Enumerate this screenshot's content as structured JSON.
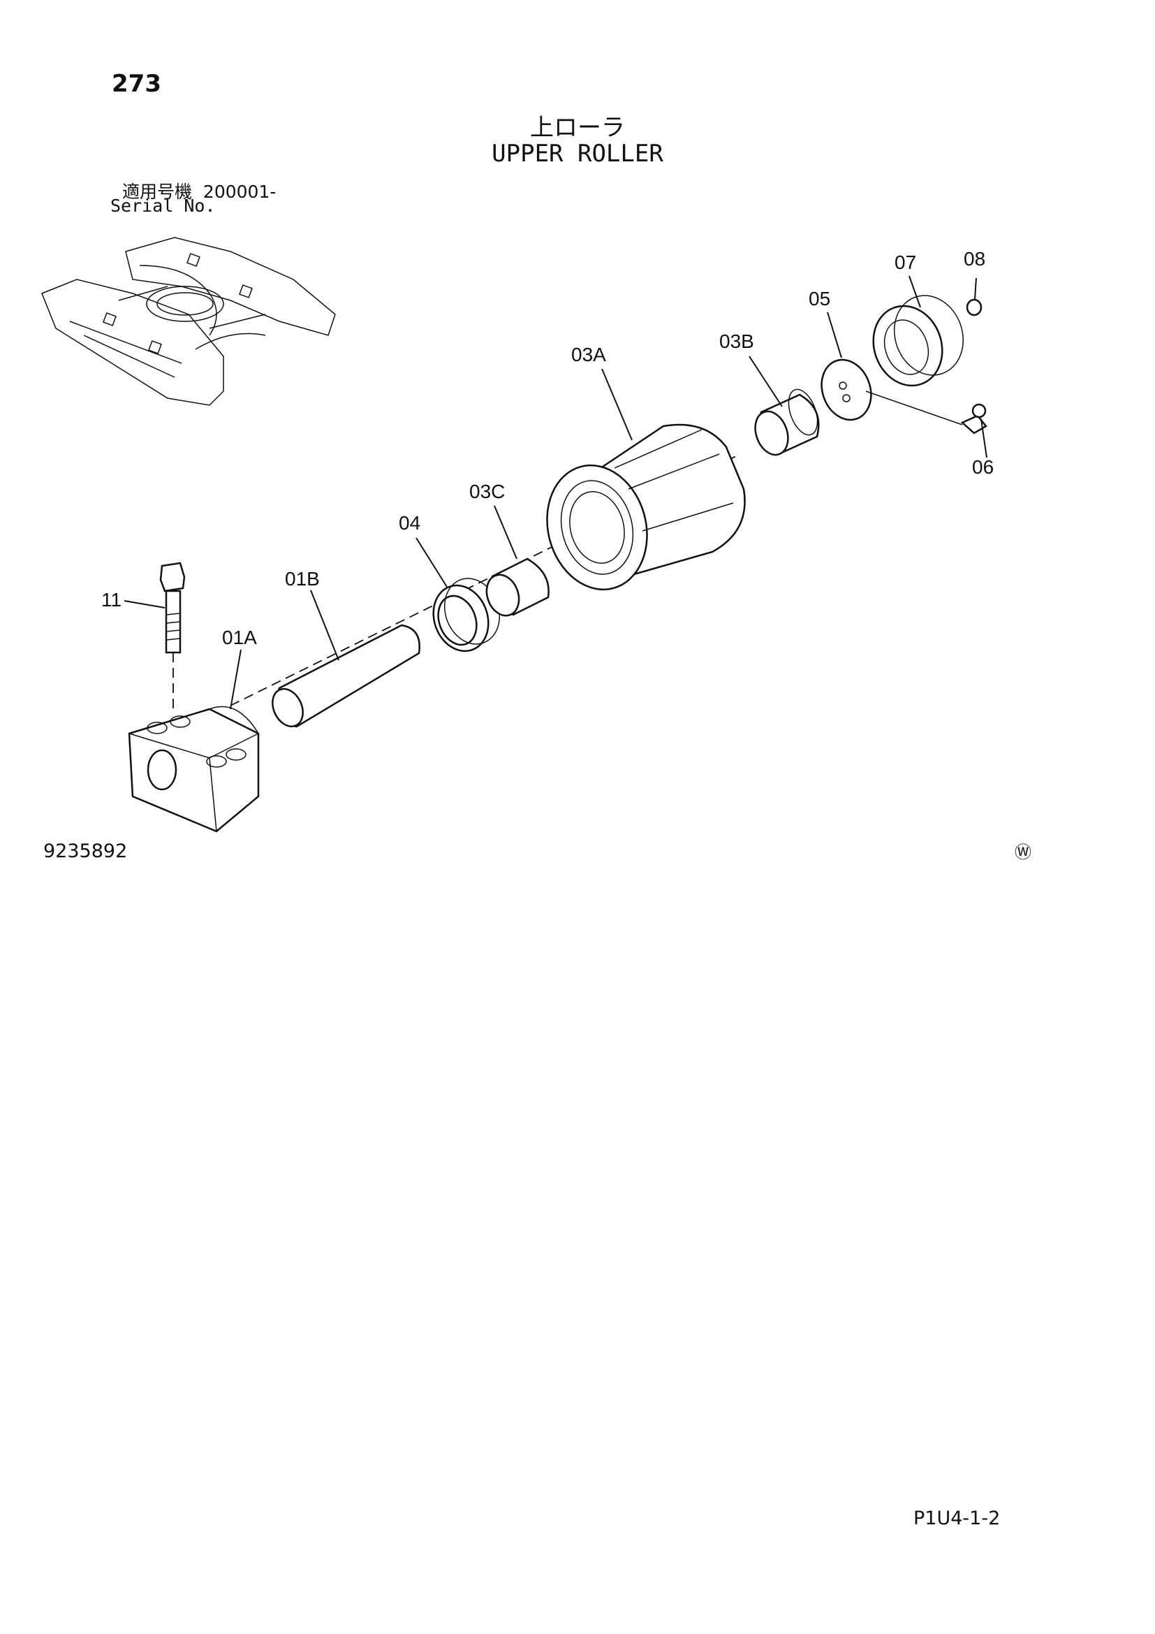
{
  "header": {
    "page_number": "273",
    "title_jp": "上ローラ",
    "title_en": "UPPER ROLLER",
    "serial_label_jp": "適用号機",
    "serial_value": "200001-",
    "serial_label_en": "Serial No."
  },
  "callouts": {
    "c07": "07",
    "c08": "08",
    "c05": "05",
    "c03B": "03B",
    "c03A": "03A",
    "c06": "06",
    "c03C": "03C",
    "c04": "04",
    "c11": "11",
    "c01B": "01B",
    "c01A": "01A"
  },
  "footer": {
    "drawing_number": "9235892",
    "watermark": "Ⓦ",
    "page_code": "P1U4-1-2"
  }
}
